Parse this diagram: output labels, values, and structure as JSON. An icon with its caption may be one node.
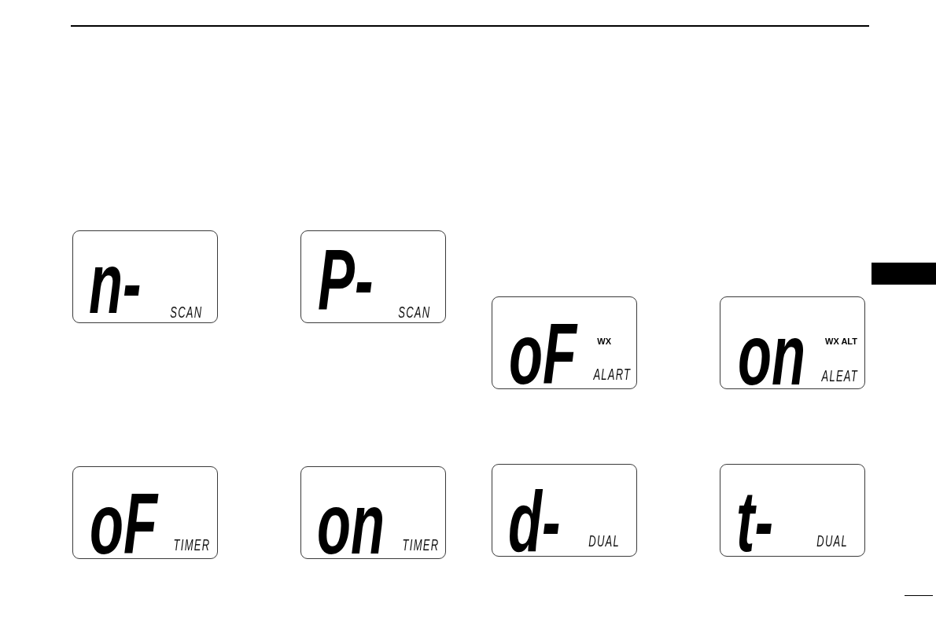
{
  "diagram": {
    "nodes": [
      {
        "text": [
          "n-",
          "SCAN"
        ]
      },
      {
        "text": [
          "P-",
          "SCAN"
        ]
      },
      {
        "text": [],
        "shape": "box"
      },
      {
        "text": [
          "oF",
          "WX",
          "ALART"
        ]
      },
      {
        "text": [
          "on",
          "WX ALT",
          "ALEAT"
        ]
      },
      {
        "text": [
          "oF",
          "TIMER"
        ]
      },
      {
        "text": [
          "on",
          "TIMER"
        ]
      },
      {
        "text": [
          "d-",
          "DUAL"
        ]
      },
      {
        "text": [
          "t-",
          "DUAL"
        ]
      }
    ]
  }
}
